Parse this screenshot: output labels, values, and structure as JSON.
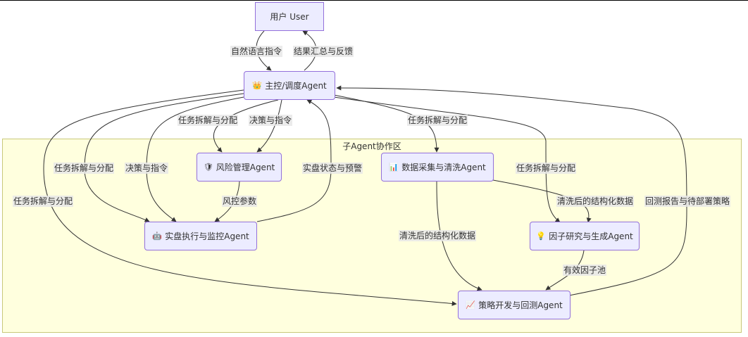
{
  "cluster": {
    "title": "子Agent协作区"
  },
  "nodes": {
    "user": {
      "label": "用户 User"
    },
    "master": {
      "icon": "crown-icon",
      "glyph": "👑",
      "label": "主控/调度Agent"
    },
    "risk": {
      "icon": "shield-icon",
      "glyph": "🛡",
      "label": "风险管理Agent"
    },
    "data": {
      "icon": "bar-chart-icon",
      "glyph": "📊",
      "label": "数据采集与清洗Agent"
    },
    "exec": {
      "icon": "robot-face-icon",
      "glyph": "🤖",
      "label": "实盘执行与监控Agent"
    },
    "factor": {
      "icon": "lightbulb-icon",
      "glyph": "💡",
      "label": "因子研究与生成Agent"
    },
    "strategy": {
      "icon": "line-chart-icon",
      "glyph": "📈",
      "label": "策略开发与回测Agent"
    }
  },
  "edges": [
    {
      "id": "user-master",
      "from": "用户 User",
      "to": "主控/调度Agent",
      "label": "自然语言指令"
    },
    {
      "id": "master-user",
      "from": "主控/调度Agent",
      "to": "用户 User",
      "label": "结果汇总与反馈"
    },
    {
      "id": "master-risk",
      "from": "主控/调度Agent",
      "to": "风险管理Agent",
      "label": "任务拆解与分配"
    },
    {
      "id": "master-risk-decision",
      "from": "主控/调度Agent",
      "to": "风险管理Agent",
      "label": "决策与指令"
    },
    {
      "id": "master-data",
      "from": "主控/调度Agent",
      "to": "数据采集与清洗Agent",
      "label": "任务拆解与分配"
    },
    {
      "id": "master-exec-task",
      "from": "主控/调度Agent",
      "to": "实盘执行与监控Agent",
      "label": "任务拆解与分配"
    },
    {
      "id": "master-exec-decision",
      "from": "主控/调度Agent",
      "to": "实盘执行与监控Agent",
      "label": "决策与指令"
    },
    {
      "id": "exec-master",
      "from": "实盘执行与监控Agent",
      "to": "主控/调度Agent",
      "label": "实盘状态与预警"
    },
    {
      "id": "risk-exec",
      "from": "风险管理Agent",
      "to": "实盘执行与监控Agent",
      "label": "风控参数"
    },
    {
      "id": "master-factor",
      "from": "主控/调度Agent",
      "to": "因子研究与生成Agent",
      "label": "任务拆解与分配"
    },
    {
      "id": "master-strategy",
      "from": "主控/调度Agent",
      "to": "策略开发与回测Agent",
      "label": "任务拆解与分配"
    },
    {
      "id": "data-factor",
      "from": "数据采集与清洗Agent",
      "to": "因子研究与生成Agent",
      "label": "清洗后的结构化数据"
    },
    {
      "id": "data-strategy",
      "from": "数据采集与清洗Agent",
      "to": "策略开发与回测Agent",
      "label": "清洗后的结构化数据"
    },
    {
      "id": "factor-strategy",
      "from": "因子研究与生成Agent",
      "to": "策略开发与回测Agent",
      "label": "有效因子池"
    },
    {
      "id": "strategy-master",
      "from": "策略开发与回测Agent",
      "to": "主控/调度Agent",
      "label": "回测报告与待部署策略"
    }
  ]
}
